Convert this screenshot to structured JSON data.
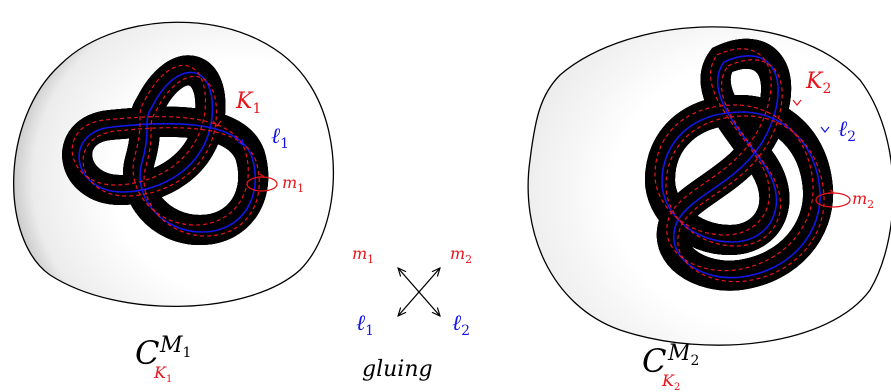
{
  "colors": {
    "knot_red": "#e8141c",
    "framing_blue": "#1515e6",
    "outline": "#000000",
    "shade": "#9a9a9a"
  },
  "left": {
    "knot_label": "K",
    "knot_index": "1",
    "longitude_label": "ℓ",
    "longitude_index": "1",
    "meridian_label": "m",
    "meridian_index": "1",
    "caption_main": "C",
    "caption_sub": "K",
    "caption_sub_index": "1",
    "caption_sup": "M",
    "caption_sup_index": "1"
  },
  "right": {
    "knot_label": "K",
    "knot_index": "2",
    "longitude_label": "ℓ",
    "longitude_index": "2",
    "meridian_label": "m",
    "meridian_index": "2",
    "caption_main": "C",
    "caption_sub": "K",
    "caption_sub_index": "2",
    "caption_sup": "M",
    "caption_sup_index": "2"
  },
  "gluing": {
    "top_left": "m",
    "top_left_index": "1",
    "top_right": "m",
    "top_right_index": "2",
    "bottom_left": "ℓ",
    "bottom_left_index": "1",
    "bottom_right": "ℓ",
    "bottom_right_index": "2",
    "caption": "gluing"
  }
}
